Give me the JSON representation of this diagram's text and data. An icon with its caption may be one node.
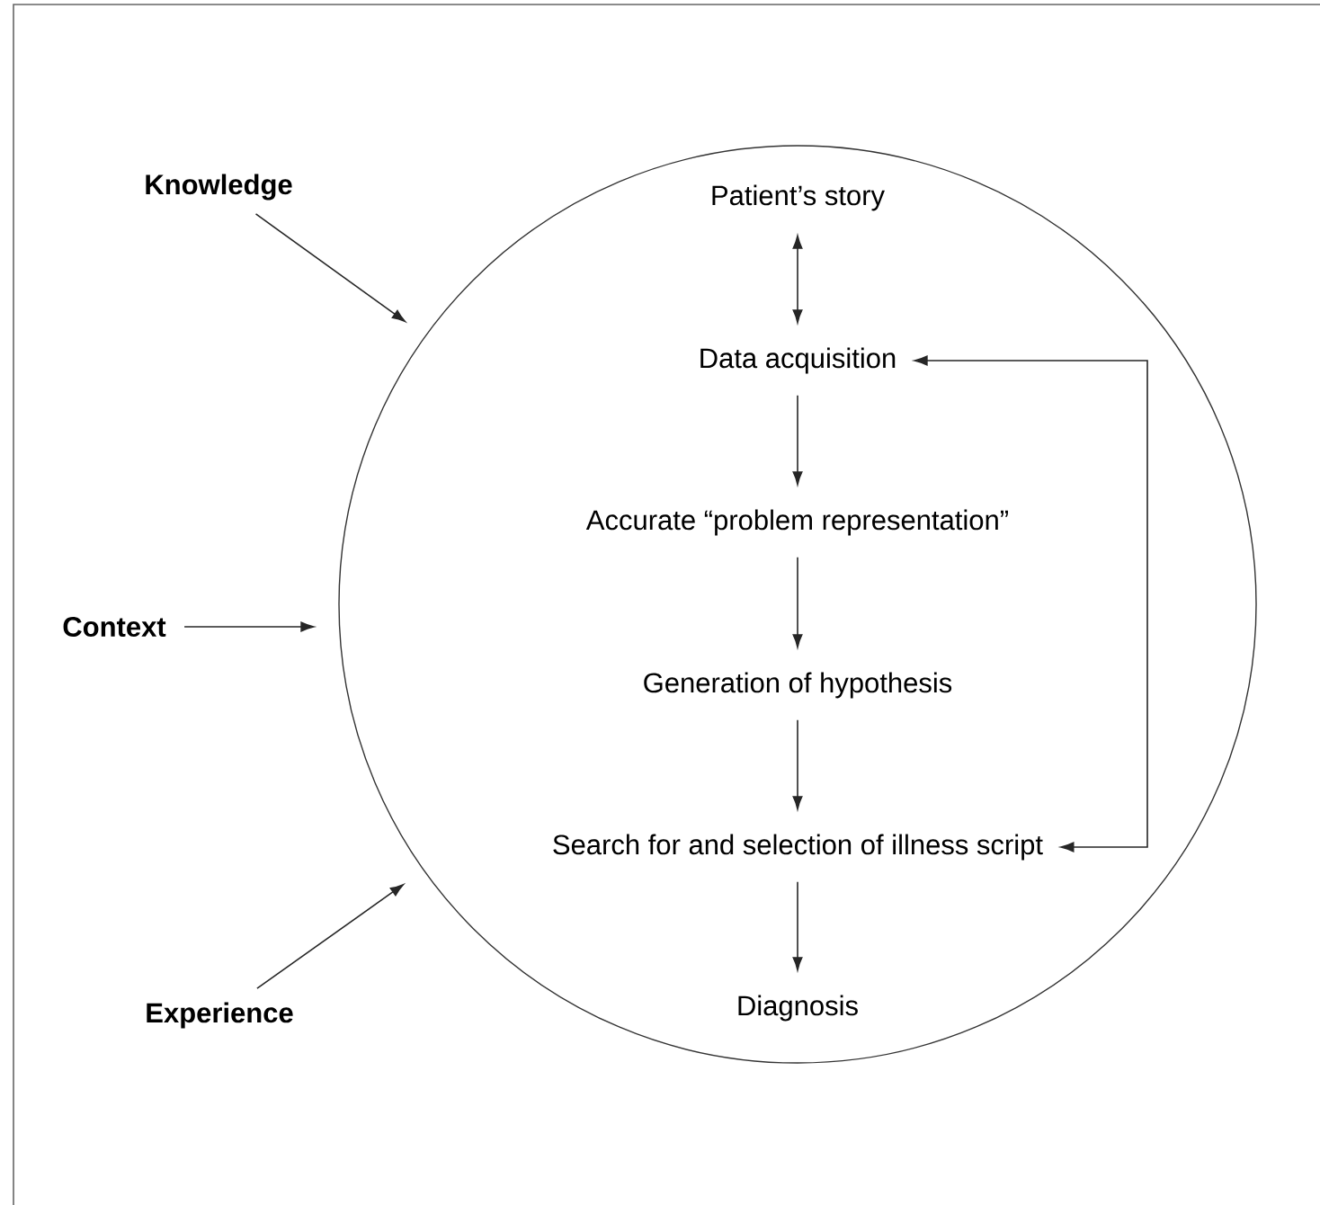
{
  "diagram": {
    "nodes": [
      {
        "text": [
          "Knowledge"
        ]
      },
      {
        "text": [],
        "shape": "circle"
      },
      {
        "text": [
          "Patient’s story"
        ],
        "in": 1
      },
      {
        "text": [
          "Data acquisition"
        ],
        "in": 1
      },
      {
        "text": [
          "Accurate “problem representation”"
        ],
        "in": 1
      },
      {
        "text": [
          "Generation of hypothesis"
        ],
        "in": 1
      },
      {
        "text": [
          "Search for and selection of illness script"
        ],
        "in": 1
      },
      {
        "text": [
          "Diagnosis"
        ],
        "in": 1
      },
      {
        "text": [
          "Context"
        ]
      },
      {
        "text": [
          "Experience"
        ]
      }
    ],
    "edges": [
      {
        "from": 0,
        "to": 1,
        "arrow": "to"
      },
      {
        "from": 8,
        "to": 1,
        "arrow": "to"
      },
      {
        "from": 9,
        "to": 1,
        "arrow": "to"
      },
      {
        "from": 2,
        "to": 3,
        "arrow": "both"
      },
      {
        "from": 3,
        "to": 4,
        "arrow": "to"
      },
      {
        "from": 4,
        "to": 5,
        "arrow": "to"
      },
      {
        "from": 5,
        "to": 6,
        "arrow": "to"
      },
      {
        "from": 6,
        "to": 7,
        "arrow": "to"
      },
      {
        "from": 3,
        "to": 6,
        "arrow": "both"
      }
    ]
  }
}
